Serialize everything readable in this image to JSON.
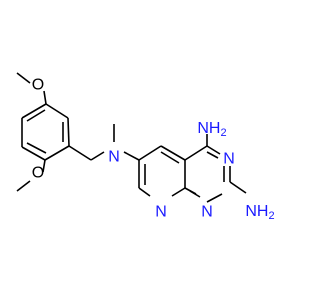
{
  "molecule": {
    "atoms": {
      "o_top": "O",
      "o_bottom": "O",
      "n_amine": "N",
      "n_ring_1": "N",
      "n_ring_2": "N",
      "n_ring_3": "N",
      "nh2_top": "NH",
      "nh2_top_sub": "2",
      "nh2_right": "NH",
      "nh2_right_sub": "2"
    },
    "colors": {
      "bond": "#000000",
      "nitrogen": "#1a1aff",
      "oxygen": "#000000",
      "background": "#ffffff"
    }
  }
}
